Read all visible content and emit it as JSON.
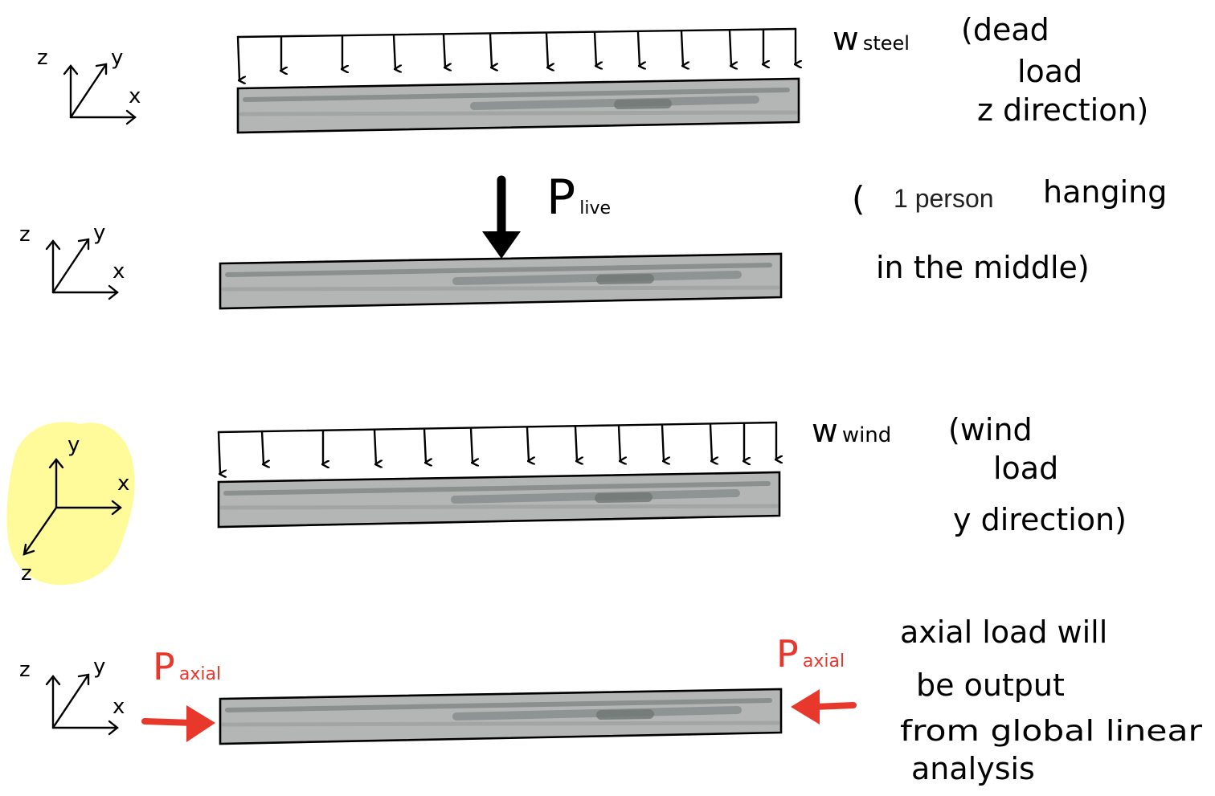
{
  "colors": {
    "beam_fill": "#b4b6b5",
    "beam_shade": "#7f8785",
    "ink": "#000000",
    "axial_red": "#e8382b",
    "highlight_yellow": "#fffb9a"
  },
  "panels": [
    {
      "axes": {
        "x": "x",
        "y": "y",
        "z": "z"
      },
      "load_label_main": "w",
      "load_label_sub": "steel",
      "note_lines": [
        "(dead",
        "load",
        "z direction)"
      ]
    },
    {
      "axes": {
        "x": "x",
        "y": "y",
        "z": "z"
      },
      "load_label_main": "P",
      "load_label_sub": "live",
      "note_open": "(",
      "note_typed": "1 person",
      "note_hand": "hanging",
      "note_line2": "in the middle)"
    },
    {
      "axes": {
        "x": "x",
        "y": "y",
        "z": "z"
      },
      "highlighted": true,
      "load_label_main": "w",
      "load_label_sub": "wind",
      "note_lines": [
        "(wind",
        "load",
        "y direction)"
      ]
    },
    {
      "axes": {
        "x": "x",
        "y": "y",
        "z": "z"
      },
      "load_label_left_main": "P",
      "load_label_left_sub": "axial",
      "load_label_right_main": "P",
      "load_label_right_sub": "axial",
      "note_lines": [
        "axial load will",
        "be output",
        "from global linear",
        "analysis"
      ]
    }
  ]
}
